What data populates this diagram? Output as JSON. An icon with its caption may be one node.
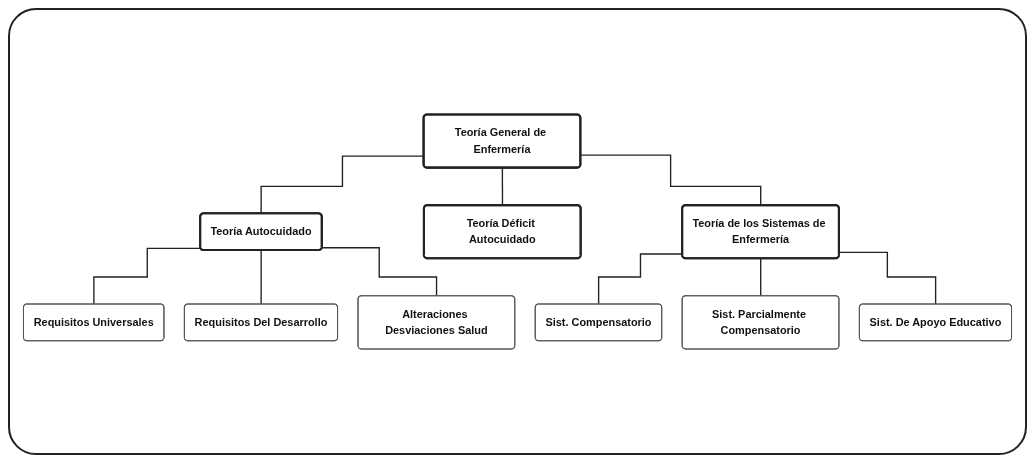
{
  "diagram": {
    "nodes": [
      {
        "text": [
          "Teoría General de Enfermería"
        ]
      },
      {
        "text": [
          "Teoría Autocuidado"
        ]
      },
      {
        "text": [
          "Teoría Déficit Autocuidado"
        ]
      },
      {
        "text": [
          "Teoría de los Sistemas de Enfermería"
        ]
      },
      {
        "text": [
          "Requisitos Universales"
        ]
      },
      {
        "text": [
          "Requisitos Del Desarrollo"
        ]
      },
      {
        "text": [
          "Alteraciones Desviaciones Salud"
        ]
      },
      {
        "text": [
          "Sist. Compensatorio"
        ]
      },
      {
        "text": [
          "Sist. Parcialmente Compensatorio"
        ]
      },
      {
        "text": [
          "Sist. De Apoyo Educativo"
        ]
      }
    ],
    "edges": [
      {
        "from": 0,
        "to": 1,
        "arrow": "none"
      },
      {
        "from": 0,
        "to": 2,
        "arrow": "none"
      },
      {
        "from": 0,
        "to": 3,
        "arrow": "none"
      },
      {
        "from": 1,
        "to": 4,
        "arrow": "none"
      },
      {
        "from": 1,
        "to": 5,
        "arrow": "none"
      },
      {
        "from": 1,
        "to": 6,
        "arrow": "none"
      },
      {
        "from": 3,
        "to": 7,
        "arrow": "none"
      },
      {
        "from": 3,
        "to": 8,
        "arrow": "none"
      },
      {
        "from": 3,
        "to": 9,
        "arrow": "none"
      }
    ]
  }
}
